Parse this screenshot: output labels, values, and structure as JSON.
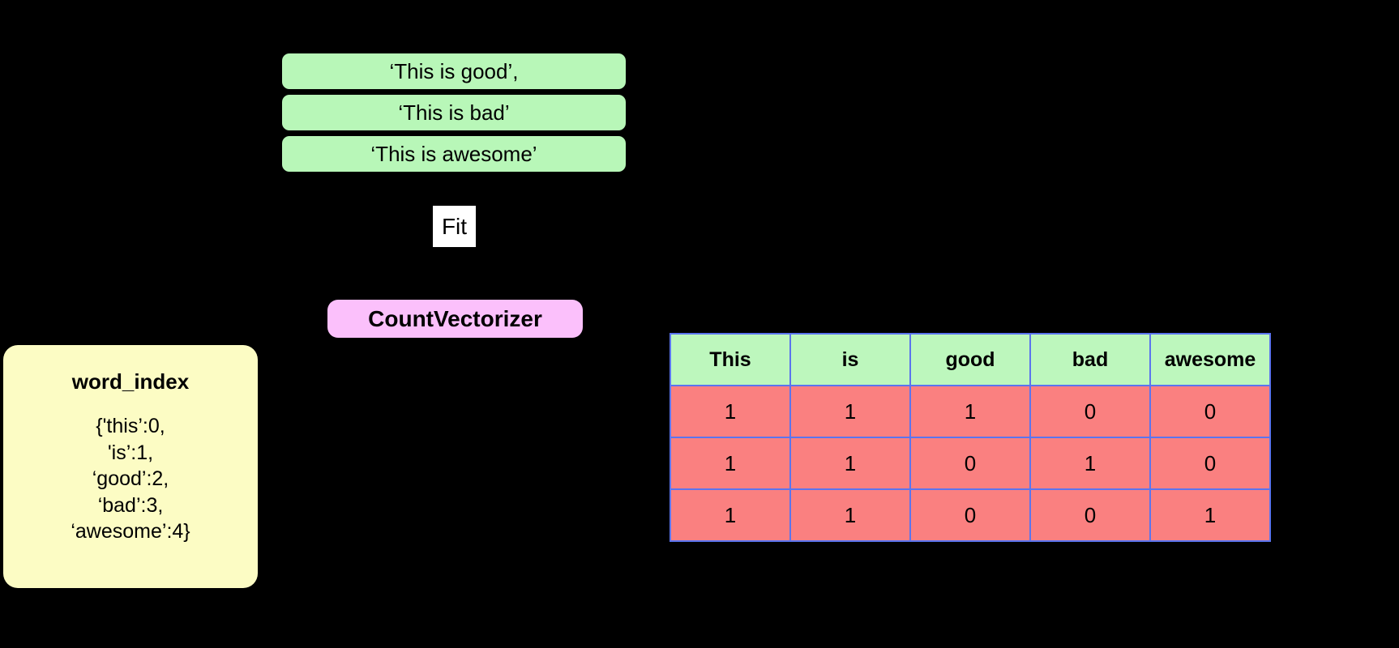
{
  "background_color": "#000000",
  "sentences": {
    "items": [
      {
        "text": "‘This is good’,"
      },
      {
        "text": "‘This is bad’"
      },
      {
        "text": "‘This is awesome’"
      }
    ],
    "box_color": "#b8f7b8"
  },
  "fit": {
    "label": "Fit",
    "background_color": "#ffffff"
  },
  "vectorizer": {
    "label": "CountVectorizer",
    "box_color": "#fbc0fb"
  },
  "word_index": {
    "title": "word_index",
    "box_color": "#fcfcc4",
    "dict_lines": [
      "{'this’:0,",
      "'is’:1,",
      "‘good’:2,",
      "‘bad’:3,",
      "‘awesome’:4}"
    ]
  },
  "matrix": {
    "border_color": "#5b74ee",
    "header_color": "#bdf7bd",
    "cell_color": "#fa8080",
    "headers": [
      "This",
      "is",
      "good",
      "bad",
      "awesome"
    ],
    "rows": [
      {
        "cells": [
          "1",
          "1",
          "1",
          "0",
          "0"
        ]
      },
      {
        "cells": [
          "1",
          "1",
          "0",
          "1",
          "0"
        ]
      },
      {
        "cells": [
          "1",
          "1",
          "0",
          "0",
          "1"
        ]
      }
    ]
  }
}
